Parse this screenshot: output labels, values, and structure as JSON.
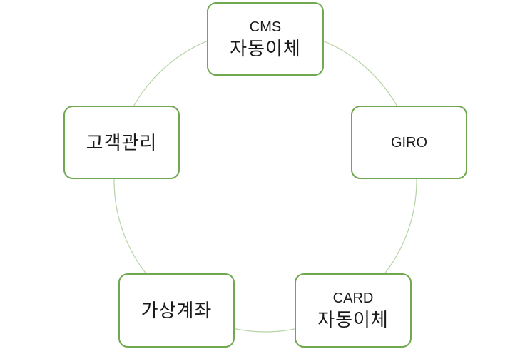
{
  "diagram": {
    "nodes": [
      {
        "id": "cms",
        "line1": "CMS",
        "line2": "자동이체"
      },
      {
        "id": "giro",
        "line1": "GIRO"
      },
      {
        "id": "card",
        "line1": "CARD",
        "line2": "자동이체"
      },
      {
        "id": "virtual-account",
        "line1": "가상계좌"
      },
      {
        "id": "customer-management",
        "line1": "고객관리"
      }
    ],
    "colors": {
      "node_border": "#70a852",
      "ring": "#b5d3a4",
      "text": "#1a1a1a"
    }
  }
}
